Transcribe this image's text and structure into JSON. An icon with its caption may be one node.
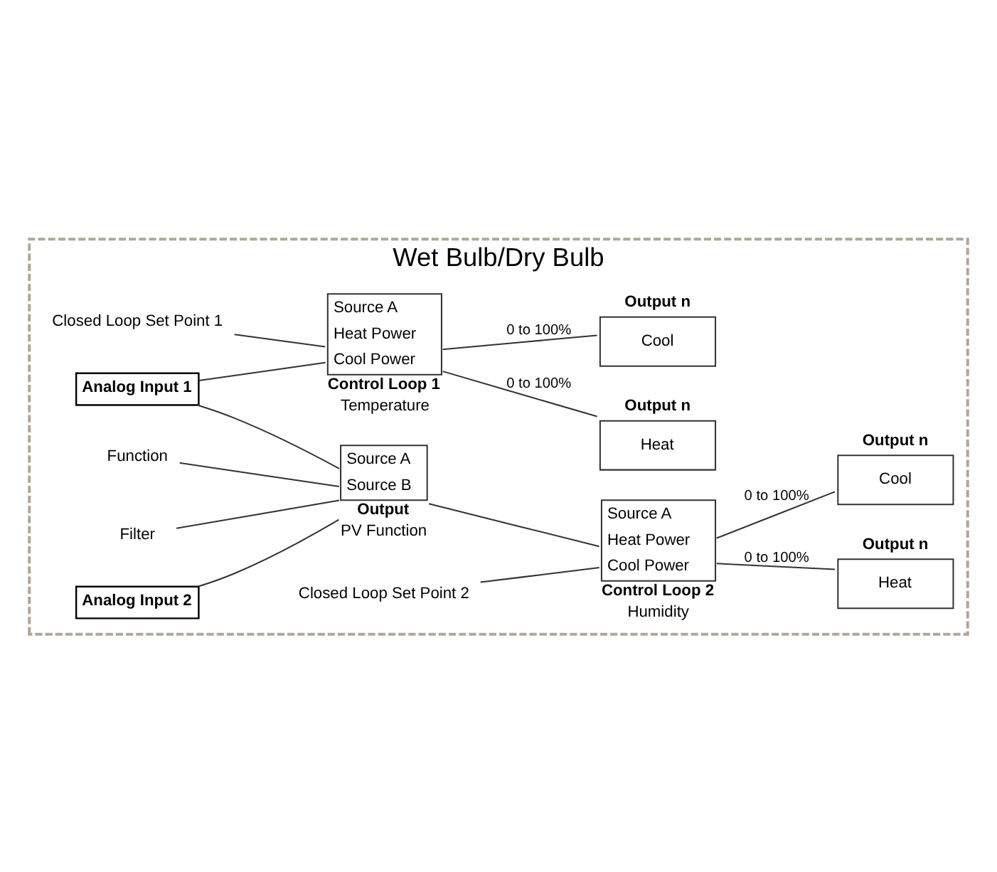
{
  "diagram": {
    "nodes": [
      {
        "text": [
          "Wet Bulb/Dry Bulb"
        ]
      },
      {
        "text": [
          "Analog Input 1"
        ],
        "in": 0
      },
      {
        "text": [
          "Source A",
          "Heat Power",
          "Cool Power",
          "Control Loop 1",
          "Temperature"
        ],
        "in": 0
      },
      {
        "text": [
          "Closed Loop Set Point 1"
        ],
        "in": 0
      },
      {
        "text": [
          "Heat"
        ],
        "beside": [
          "Output n"
        ],
        "in": 0
      },
      {
        "text": [
          "Cool"
        ],
        "beside": [
          "Output n"
        ],
        "in": 0
      },
      {
        "text": [
          "Analog Input 2"
        ],
        "in": 0
      },
      {
        "text": [
          "Source A",
          "Source B",
          "Output",
          "PV Function"
        ],
        "in": 0
      },
      {
        "text": [
          "Function"
        ],
        "in": 0
      },
      {
        "text": [
          "Filter"
        ],
        "in": 0
      },
      {
        "text": [
          "Closed Loop Set Point 2"
        ],
        "in": 0
      },
      {
        "text": [
          "Source A",
          "Heat Power",
          "Cool Power",
          "Control Loop 2",
          "Humidity"
        ],
        "in": 0
      },
      {
        "text": [
          "Heat"
        ],
        "beside": [
          "Output n"
        ],
        "in": 0
      },
      {
        "text": [
          "Cool"
        ],
        "beside": [
          "Output n"
        ],
        "in": 0
      }
    ],
    "edges": [
      {
        "from": 1,
        "to": 2,
        "arrow": "none"
      },
      {
        "from": 1,
        "to": 7,
        "arrow": "none"
      },
      {
        "from": 3,
        "to": 2,
        "arrow": "none"
      },
      {
        "from": 2,
        "to": 4,
        "arrow": "none",
        "label": "0 to 100%"
      },
      {
        "from": 2,
        "to": 5,
        "arrow": "none",
        "label": "0 to 100%"
      },
      {
        "from": 6,
        "to": 7,
        "arrow": "none"
      },
      {
        "from": 8,
        "to": 7,
        "arrow": "none"
      },
      {
        "from": 9,
        "to": 7,
        "arrow": "none"
      },
      {
        "from": 7,
        "to": 11,
        "arrow": "none"
      },
      {
        "from": 10,
        "to": 11,
        "arrow": "none"
      },
      {
        "from": 11,
        "to": 12,
        "arrow": "none",
        "label": "0 to 100%"
      },
      {
        "from": 11,
        "to": 13,
        "arrow": "none",
        "label": "0 to 100%"
      }
    ]
  }
}
